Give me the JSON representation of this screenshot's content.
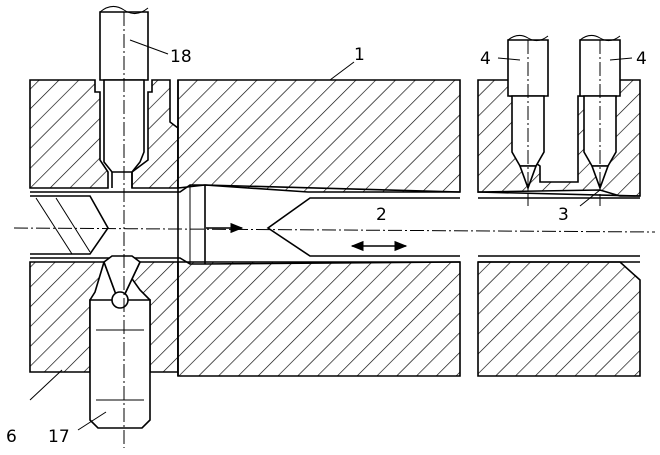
{
  "labels": {
    "l1": "1",
    "l2": "2",
    "l3": "3",
    "l4a": "4",
    "l4b": "4",
    "l6": "6",
    "l17": "17",
    "l18": "18"
  }
}
